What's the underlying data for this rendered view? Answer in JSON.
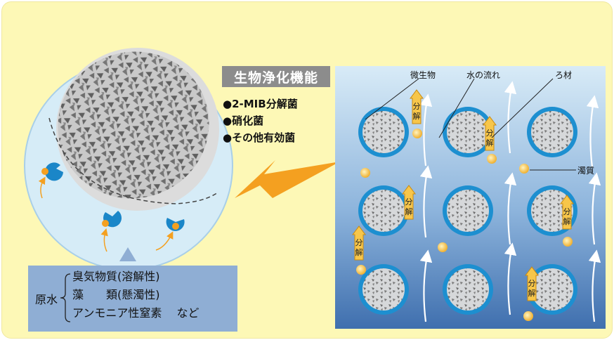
{
  "title": "生物浄化機能",
  "bullets": [
    "●2-MIB分解菌",
    "●硝化菌",
    "●その他有効菌"
  ],
  "raw_water": {
    "label": "原水",
    "items": [
      "臭気物質(溶解性)",
      "藻　　類(懸濁性)",
      "アンモニア性窒素　 など"
    ]
  },
  "labels": {
    "microbe": "微生物",
    "water_flow": "水の流れ",
    "filter_media": "ろ材",
    "turbidity": "濁質",
    "decompose": "分解"
  },
  "colors": {
    "background": "#fdf8b6",
    "filter_panel_top": "#d8ebf7",
    "filter_panel_bottom": "#3f6fae",
    "ring": "#1d8fd0",
    "arrow": "#f4a020",
    "particle": "#f6c64a"
  }
}
